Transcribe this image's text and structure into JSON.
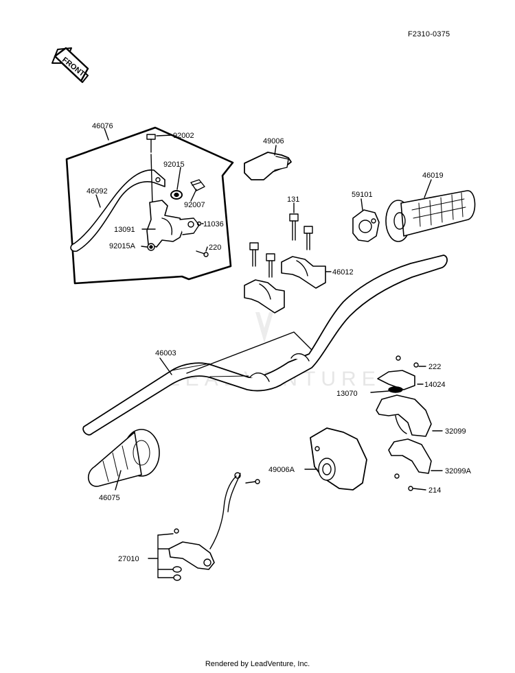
{
  "header": {
    "diagram_code": "F2310-0375"
  },
  "front_arrow": {
    "label": "FRONT"
  },
  "watermark": {
    "text": "LEADVENTURE"
  },
  "footer": {
    "credit": "Rendered by LeadVenture, Inc."
  },
  "parts": {
    "p46076": "46076",
    "p92002": "92002",
    "p92015": "92015",
    "p46092": "46092",
    "p92007": "92007",
    "p13091": "13091",
    "p11036": "11036",
    "p92015A": "92015A",
    "p220": "220",
    "p49006": "49006",
    "p131": "131",
    "p59101": "59101",
    "p46019": "46019",
    "p46012": "46012",
    "p46003": "46003",
    "p222": "222",
    "p14024": "14024",
    "p13070": "13070",
    "p32099": "32099",
    "p49006A": "49006A",
    "p32099A": "32099A",
    "p214": "214",
    "p46075": "46075",
    "p27010": "27010"
  }
}
